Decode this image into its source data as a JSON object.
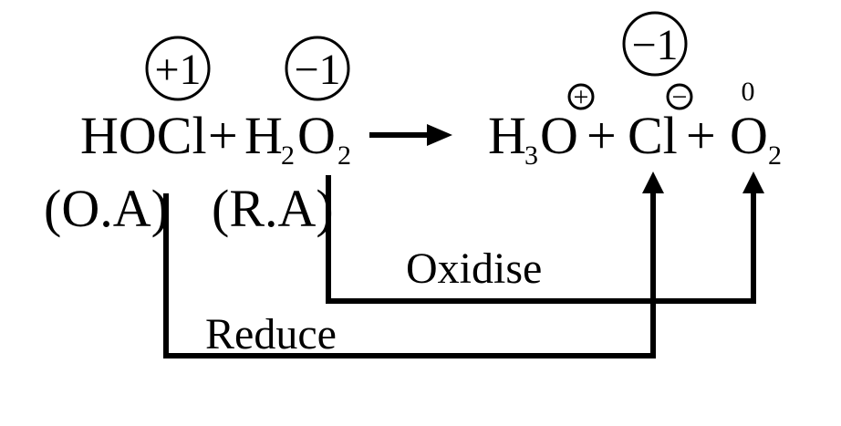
{
  "equation": {
    "reactant1": "HOCl",
    "plus1": "+",
    "reactant2_h": "H",
    "reactant2_h_sub": "2",
    "reactant2_o": "O",
    "reactant2_o_sub": "2",
    "product1_h": "H",
    "product1_h_sub": "3",
    "product1_o": "O",
    "product1_charge": "+",
    "plus2": "+",
    "product2": "Cl",
    "product2_charge": "−",
    "plus3": "+",
    "product3_o": "O",
    "product3_o_sub": "2",
    "product3_ox_state": "0"
  },
  "oxidation_states": {
    "hocl": "+1",
    "h2o2": "−1",
    "cl": "−1"
  },
  "roles": {
    "oxidising_agent": "(O.A)",
    "reducing_agent": "(R.A)"
  },
  "labels": {
    "oxidise": "Oxidise",
    "reduce": "Reduce"
  }
}
